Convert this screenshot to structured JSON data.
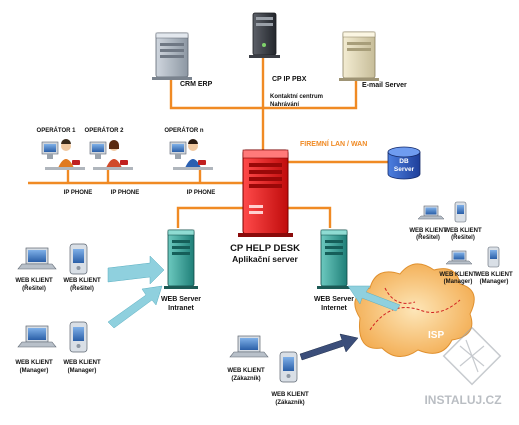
{
  "diagram": {
    "servers_top": {
      "crm": "CRM ERP",
      "pbx": "CP IP PBX",
      "email": "E-mail Server",
      "pbx_note_1": "Kontaktní centrum",
      "pbx_note_2": "Nahrávání"
    },
    "lan_label": "FIREMNÍ LAN / WAN",
    "db": {
      "line1": "DB",
      "line2": "Server"
    },
    "operators": [
      "OPERÁTOR 1",
      "OPERÁTOR 2",
      "OPERÁTOR n"
    ],
    "ip_phone": "IP PHONE",
    "central": {
      "line1": "CP HELP DESK",
      "line2": "Aplikační server"
    },
    "web_intranet": {
      "line1": "WEB Server",
      "line2": "Intranet"
    },
    "web_internet": {
      "line1": "WEB Server",
      "line2": "Internet"
    },
    "isp": "ISP",
    "client_web": "WEB KLIENT",
    "role_resitel": "(Řešitel)",
    "role_manager": "(Manager)",
    "role_zakaznik": "(Zákazník)",
    "watermark": "INSTALUJ.CZ",
    "colors": {
      "lan": "#f08a24",
      "central": "#e81c1c",
      "web_server": "#2fa39a",
      "arrow": "#8fd0de",
      "isp_cloud": "#f2b25a"
    }
  }
}
